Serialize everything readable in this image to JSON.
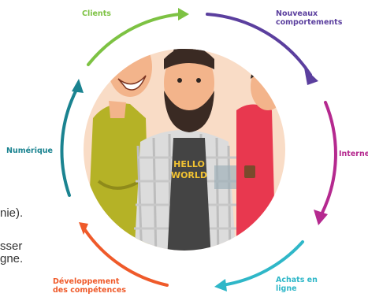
{
  "cycle": {
    "labels": {
      "clients": "Clients",
      "nouveaux_line1": "Nouveaux",
      "nouveaux_line2": "comportements",
      "internet": "Interne",
      "achats_line1": "Achats en",
      "achats_line2": "ligne",
      "developpement_line1": "Développement",
      "developpement_line2": "des compétences",
      "numerique": "Numérique"
    },
    "colors": {
      "clients": "#7dc243",
      "nouveaux": "#5b3f9e",
      "internet": "#b5298f",
      "achats": "#2fb7c8",
      "developpement": "#ef5a2a",
      "numerique": "#1a8390"
    }
  },
  "background_text": {
    "line1": "nie).",
    "line2": "sser",
    "line3": "gne."
  },
  "illustration": {
    "shirt_text_line1": "HELLO",
    "shirt_text_line2": "WORLD"
  }
}
